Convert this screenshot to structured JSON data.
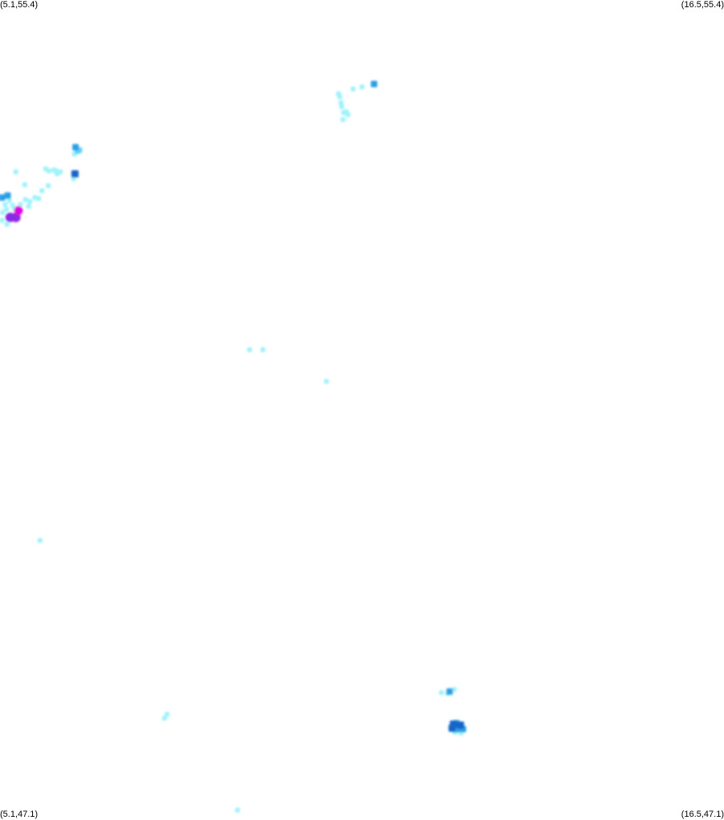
{
  "corners": {
    "top_left": "(5.1,55.4)",
    "top_right": "(16.5,55.4)",
    "bottom_left": "(5.1,47.1)",
    "bottom_right": "(16.5,47.1)"
  },
  "extent": {
    "lon_min": 5.1,
    "lon_max": 16.5,
    "lat_min": 47.1,
    "lat_max": 55.4
  },
  "intensity_colors": {
    "light": "#9ff3fb",
    "moderate": "#63d3f5",
    "strong": "#2a9fe6",
    "heavy": "#1565c8",
    "very_heavy": "#8a2be2",
    "extreme": "#e000e0"
  },
  "cells": [
    {
      "lon": 10.99,
      "lat": 54.55,
      "level": "strong"
    },
    {
      "lon": 10.8,
      "lat": 54.52,
      "level": "light"
    },
    {
      "lon": 10.66,
      "lat": 54.5,
      "level": "light"
    },
    {
      "lon": 10.45,
      "lat": 54.42,
      "level": "light"
    },
    {
      "lon": 10.47,
      "lat": 54.36,
      "level": "light"
    },
    {
      "lon": 10.51,
      "lat": 54.26,
      "level": "light"
    },
    {
      "lon": 10.5,
      "lat": 54.19,
      "level": "light"
    },
    {
      "lon": 10.55,
      "lat": 54.27,
      "level": "light"
    },
    {
      "lon": 10.58,
      "lat": 54.24,
      "level": "light"
    },
    {
      "lon": 10.43,
      "lat": 54.45,
      "level": "light"
    },
    {
      "lon": 10.48,
      "lat": 54.32,
      "level": "light"
    },
    {
      "lon": 6.32,
      "lat": 53.87,
      "level": "moderate"
    },
    {
      "lon": 6.29,
      "lat": 53.91,
      "level": "strong"
    },
    {
      "lon": 6.35,
      "lat": 53.88,
      "level": "moderate"
    },
    {
      "lon": 6.27,
      "lat": 53.84,
      "level": "light"
    },
    {
      "lon": 6.28,
      "lat": 53.64,
      "level": "heavy"
    },
    {
      "lon": 6.26,
      "lat": 53.59,
      "level": "light"
    },
    {
      "lon": 5.98,
      "lat": 53.67,
      "level": "light"
    },
    {
      "lon": 6.05,
      "lat": 53.66,
      "level": "light"
    },
    {
      "lon": 5.87,
      "lat": 53.67,
      "level": "light"
    },
    {
      "lon": 5.95,
      "lat": 53.68,
      "level": "light"
    },
    {
      "lon": 6.0,
      "lat": 53.64,
      "level": "light"
    },
    {
      "lon": 5.82,
      "lat": 53.69,
      "level": "light"
    },
    {
      "lon": 5.86,
      "lat": 53.52,
      "level": "light"
    },
    {
      "lon": 5.76,
      "lat": 53.47,
      "level": "light"
    },
    {
      "lon": 5.71,
      "lat": 53.39,
      "level": "light"
    },
    {
      "lon": 5.65,
      "lat": 53.4,
      "level": "light"
    },
    {
      "lon": 5.57,
      "lat": 53.36,
      "level": "light"
    },
    {
      "lon": 5.55,
      "lat": 53.31,
      "level": "light"
    },
    {
      "lon": 5.49,
      "lat": 53.53,
      "level": "light"
    },
    {
      "lon": 5.35,
      "lat": 53.66,
      "level": "light"
    },
    {
      "lon": 5.22,
      "lat": 53.42,
      "level": "strong"
    },
    {
      "lon": 5.3,
      "lat": 53.32,
      "level": "light"
    },
    {
      "lon": 5.25,
      "lat": 53.37,
      "level": "light"
    },
    {
      "lon": 5.18,
      "lat": 53.33,
      "level": "light"
    },
    {
      "lon": 5.14,
      "lat": 53.25,
      "level": "light"
    },
    {
      "lon": 5.13,
      "lat": 53.4,
      "level": "strong"
    },
    {
      "lon": 5.2,
      "lat": 53.28,
      "level": "light"
    },
    {
      "lon": 5.13,
      "lat": 53.17,
      "level": "light"
    },
    {
      "lon": 5.21,
      "lat": 53.13,
      "level": "light"
    },
    {
      "lon": 5.26,
      "lat": 53.2,
      "level": "very_heavy"
    },
    {
      "lon": 5.35,
      "lat": 53.2,
      "level": "very_heavy"
    },
    {
      "lon": 5.39,
      "lat": 53.27,
      "level": "extreme"
    },
    {
      "lon": 5.33,
      "lat": 53.28,
      "level": "light"
    },
    {
      "lon": 5.42,
      "lat": 53.33,
      "level": "light"
    },
    {
      "lon": 5.5,
      "lat": 53.38,
      "level": "light"
    },
    {
      "lon": 9.03,
      "lat": 51.86,
      "level": "light"
    },
    {
      "lon": 9.24,
      "lat": 51.86,
      "level": "light"
    },
    {
      "lon": 10.24,
      "lat": 51.54,
      "level": "light"
    },
    {
      "lon": 5.73,
      "lat": 49.93,
      "level": "light"
    },
    {
      "lon": 7.73,
      "lat": 48.17,
      "level": "light"
    },
    {
      "lon": 7.69,
      "lat": 48.13,
      "level": "light"
    },
    {
      "lon": 8.84,
      "lat": 47.2,
      "level": "light"
    },
    {
      "lon": 12.05,
      "lat": 48.39,
      "level": "light"
    },
    {
      "lon": 12.18,
      "lat": 48.4,
      "level": "strong"
    },
    {
      "lon": 12.15,
      "lat": 48.38,
      "level": "light"
    },
    {
      "lon": 12.25,
      "lat": 48.42,
      "level": "light"
    },
    {
      "lon": 12.24,
      "lat": 48.07,
      "level": "heavy"
    },
    {
      "lon": 12.29,
      "lat": 48.08,
      "level": "strong"
    },
    {
      "lon": 12.35,
      "lat": 48.06,
      "level": "heavy"
    },
    {
      "lon": 12.33,
      "lat": 48.02,
      "level": "strong"
    },
    {
      "lon": 12.26,
      "lat": 48.01,
      "level": "moderate"
    },
    {
      "lon": 12.39,
      "lat": 48.02,
      "level": "strong"
    },
    {
      "lon": 12.22,
      "lat": 48.03,
      "level": "heavy"
    },
    {
      "lon": 12.27,
      "lat": 47.99,
      "level": "light"
    },
    {
      "lon": 12.36,
      "lat": 47.98,
      "level": "light"
    }
  ]
}
